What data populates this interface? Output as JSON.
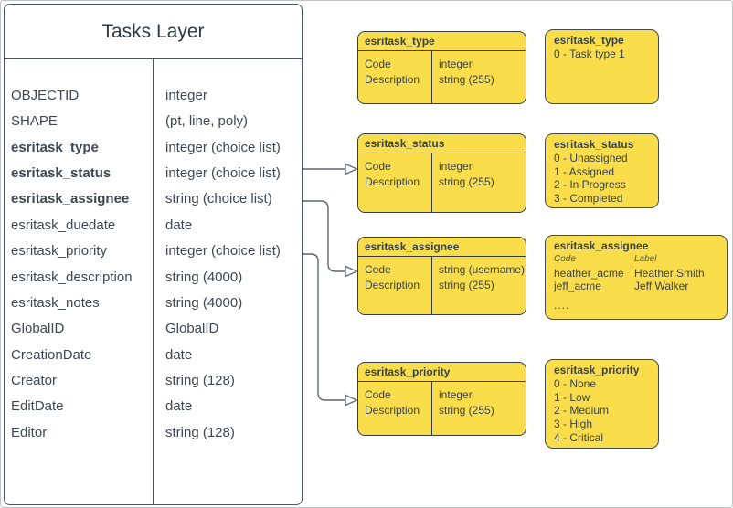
{
  "colors": {
    "box_fill": "#F9DD4B",
    "box_border": "#343E48",
    "text": "#3D4854",
    "connector": "#5D6772",
    "page_border": "#BFC3C7"
  },
  "tasks_layer": {
    "title": "Tasks Layer",
    "fields": [
      {
        "name": "OBJECTID",
        "type": "integer",
        "bold": false
      },
      {
        "name": "SHAPE",
        "type": "(pt, line, poly)",
        "bold": false
      },
      {
        "name": "esritask_type",
        "type": "integer (choice list)",
        "bold": true
      },
      {
        "name": "esritask_status",
        "type": "integer (choice list)",
        "bold": true
      },
      {
        "name": "esritask_assignee",
        "type": "string (choice list)",
        "bold": true
      },
      {
        "name": "esritask_duedate",
        "type": "date",
        "bold": false
      },
      {
        "name": "esritask_priority",
        "type": "integer (choice list)",
        "bold": false
      },
      {
        "name": "esritask_description",
        "type": "string (4000)",
        "bold": false
      },
      {
        "name": "esritask_notes",
        "type": "string (4000)",
        "bold": false
      },
      {
        "name": "GlobalID",
        "type": "GlobalID",
        "bold": false
      },
      {
        "name": "CreationDate",
        "type": "date",
        "bold": false
      },
      {
        "name": "Creator",
        "type": "string (128)",
        "bold": false
      },
      {
        "name": "EditDate",
        "type": "date",
        "bold": false
      },
      {
        "name": "Editor",
        "type": "string (128)",
        "bold": false
      }
    ]
  },
  "domain_tables": [
    {
      "title": "esritask_type",
      "codes": [
        "Code",
        "Description"
      ],
      "types": [
        "integer",
        "string (255)"
      ]
    },
    {
      "title": "esritask_status",
      "codes": [
        "Code",
        "Description"
      ],
      "types": [
        "integer",
        "string (255)"
      ]
    },
    {
      "title": "esritask_assignee",
      "codes": [
        "Code",
        "Description"
      ],
      "types": [
        "string (username)",
        "string (255)"
      ]
    },
    {
      "title": "esritask_priority",
      "codes": [
        "Code",
        "Description"
      ],
      "types": [
        "integer",
        "string (255)"
      ]
    }
  ],
  "domain_values": [
    {
      "title": "esritask_type",
      "items": [
        "0 - Task type 1"
      ]
    },
    {
      "title": "esritask_status",
      "items": [
        "0 - Unassigned",
        "1 - Assigned",
        "2 - In Progress",
        "3 - Completed"
      ]
    },
    {
      "title": "esritask_assignee",
      "col_headers": [
        "Code",
        "Label"
      ],
      "entries": [
        {
          "code": "heather_acme",
          "label": "Heather Smith"
        },
        {
          "code": "jeff_acme",
          "label": "Jeff Walker"
        }
      ],
      "more": "...."
    },
    {
      "title": "esritask_priority",
      "items": [
        "0 - None",
        "1 - Low",
        "2 - Medium",
        "3 - High",
        "4 - Critical"
      ]
    }
  ],
  "connections": [
    {
      "from_field": "esritask_status",
      "to_table": "esritask_status"
    },
    {
      "from_field": "esritask_assignee",
      "to_table": "esritask_assignee"
    },
    {
      "from_field": "esritask_priority",
      "to_table": "esritask_priority"
    }
  ]
}
